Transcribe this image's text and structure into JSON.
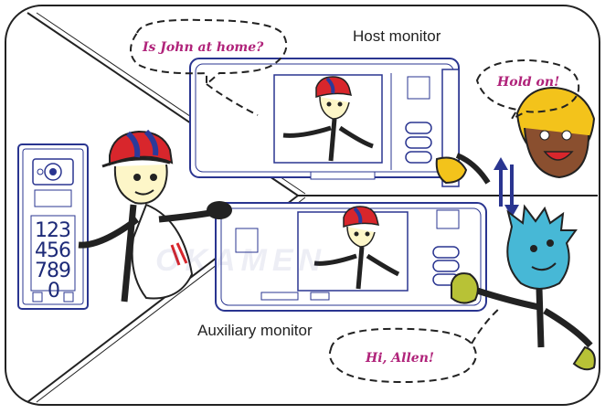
{
  "labels": {
    "host_monitor": "Host monitor",
    "auxiliary_monitor": "Auxiliary monitor"
  },
  "speech": {
    "visitor": "Is John at home?",
    "host_reply": "Hold on!",
    "aux_greeting": "Hi, Allen!"
  },
  "door_station_keypad": {
    "digits": [
      "123",
      "456",
      "789",
      "0"
    ]
  },
  "watermark": "OKAMEN",
  "colors": {
    "outline": "#222222",
    "device_line": "#2a3590",
    "speech_text": "#b0237a",
    "cap_red": "#d8262c",
    "cap_blue": "#2b3a9a",
    "host_face": "#8a4f2f",
    "host_hair": "#f3c31b",
    "aux_face": "#47b8d6",
    "aux_hand": "#b8c236"
  }
}
